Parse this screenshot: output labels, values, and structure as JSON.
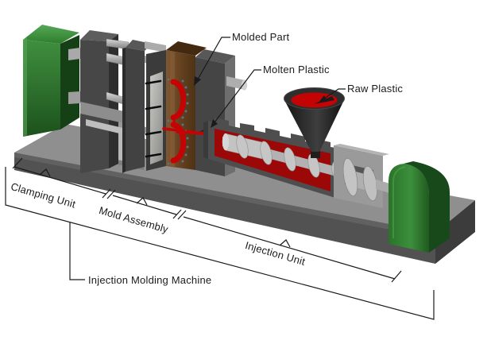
{
  "diagram_labels": {
    "molded_part": "Molded Part",
    "molten_plastic": "Molten Plastic",
    "raw_plastic": "Raw Plastic"
  },
  "section_labels": {
    "clamping_unit": "Clamping Unit",
    "mold_assembly": "Mold Assembly",
    "injection_unit": "Injection Unit",
    "machine": "Injection Molding Machine"
  },
  "colors": {
    "machine_green_front": "#2e7d2e",
    "machine_green_top": "#469a46",
    "machine_green_shadow": "#153f15",
    "plastic_red": "#c40404",
    "mold_brown": "#6f4a28",
    "base_top_gray": "#8f8f8f",
    "base_front_gray": "#4f4f4f",
    "platen_gray": "#454545",
    "metal_light_gray": "#b5b5b5",
    "annotation_line": "#1a1a1a"
  }
}
